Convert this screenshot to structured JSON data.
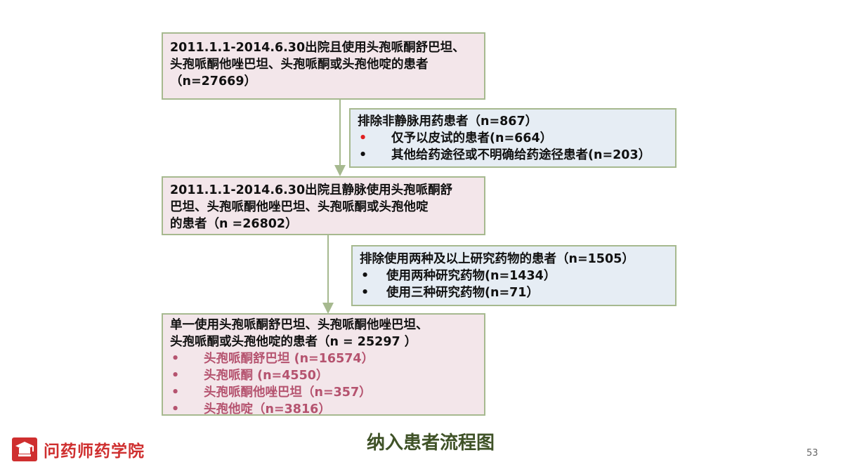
{
  "flow": {
    "box1": {
      "lines": [
        "2011.1.1-2014.6.30出院且使用头孢哌酮舒巴坦、",
        "头孢哌酮他唑巴坦、头孢哌酮或头孢他啶的患者",
        "（n=27669）"
      ]
    },
    "exclude1": {
      "title": "排除非静脉用药患者（n=867）",
      "items": [
        {
          "bullet": "•",
          "text": "仅予以皮试的患者(n=664）",
          "bullet_color": "#e02020"
        },
        {
          "bullet": "•",
          "text": "其他给药途径或不明确给药途径患者(n=203）",
          "bullet_color": "#111111"
        }
      ]
    },
    "box2": {
      "lines": [
        "2011.1.1-2014.6.30出院且静脉使用头孢哌酮舒",
        "巴坦、头孢哌酮他唑巴坦、头孢哌酮或头孢他啶",
        "的患者（n =26802）"
      ]
    },
    "exclude2": {
      "title": "排除使用两种及以上研究药物的患者（n=1505）",
      "items": [
        {
          "bullet": "•",
          "text": "使用两种研究药物(n=1434）"
        },
        {
          "bullet": "•",
          "text": "使用三种研究药物(n=71）"
        }
      ]
    },
    "box3": {
      "lines": [
        "单一使用头孢哌酮舒巴坦、头孢哌酮他唑巴坦、",
        "头孢哌酮或头孢他啶的患者（n = 25297 ）"
      ],
      "items": [
        {
          "bullet": "•",
          "text": "头孢哌酮舒巴坦 (n=16574）"
        },
        {
          "bullet": "•",
          "text": "头孢哌酮 (n=4550）"
        },
        {
          "bullet": "•",
          "text": "头孢哌酮他唑巴坦（n=357）"
        },
        {
          "bullet": "•",
          "text": "头孢他啶（n=3816）"
        }
      ]
    }
  },
  "caption": "纳入患者流程图",
  "logo": {
    "text": "问药师药学院",
    "icon": "graduation-cap-icon"
  },
  "page_number": "53",
  "colors": {
    "box_border": "#a6b98f",
    "main_box_fill": "#f3e6ea",
    "exclusion_box_fill": "#e6edf4",
    "drug_text": "#b5536f",
    "caption": "#3f5227",
    "logo": "#cf2f2f"
  }
}
